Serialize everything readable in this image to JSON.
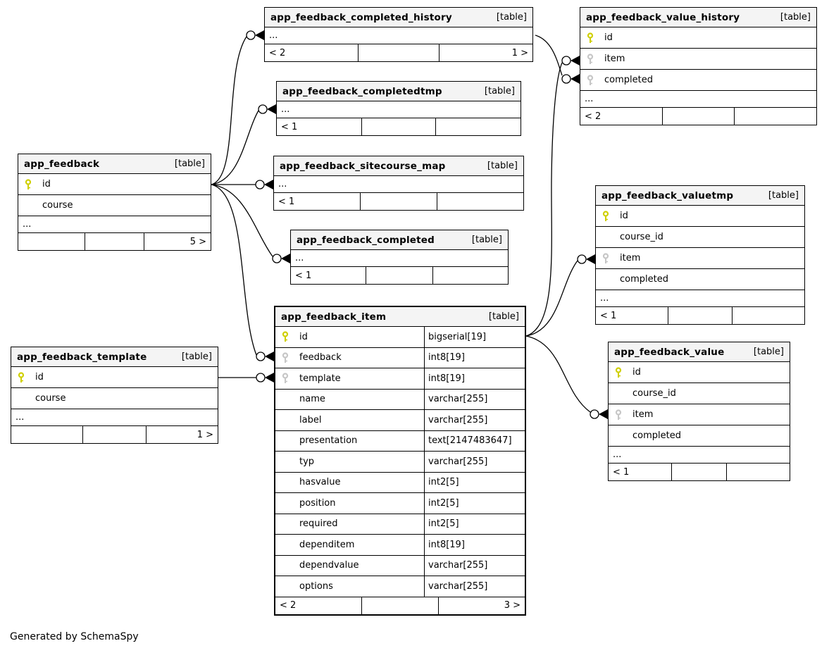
{
  "diagram": {
    "footer_note": "Generated by SchemaSpy",
    "badge_label": "[table]",
    "colors": {
      "header_bg": "#f4f4f4",
      "pk_key": "#cfcf00",
      "fk_key": "#c6c6c6",
      "border": "#000000"
    }
  },
  "tables": {
    "app_feedback_completed_history": {
      "title": "app_feedback_completed_history",
      "badge": "[table]",
      "columns": [],
      "ellipsis": "...",
      "footer": [
        "< 2",
        "",
        "1 >"
      ]
    },
    "app_feedback_value_history": {
      "title": "app_feedback_value_history",
      "badge": "[table]",
      "columns": [
        {
          "key": "pk",
          "name": "id"
        },
        {
          "key": "fk",
          "name": "item"
        },
        {
          "key": "fk",
          "name": "completed"
        }
      ],
      "ellipsis": "...",
      "footer": [
        "< 2",
        "",
        ""
      ]
    },
    "app_feedback_completedtmp": {
      "title": "app_feedback_completedtmp",
      "badge": "[table]",
      "columns": [],
      "ellipsis": "...",
      "footer": [
        "< 1",
        "",
        ""
      ]
    },
    "app_feedback_sitecourse_map": {
      "title": "app_feedback_sitecourse_map",
      "badge": "[table]",
      "columns": [],
      "ellipsis": "...",
      "footer": [
        "< 1",
        "",
        ""
      ]
    },
    "app_feedback": {
      "title": "app_feedback",
      "badge": "[table]",
      "columns": [
        {
          "key": "pk",
          "name": "id"
        },
        {
          "name": "course"
        }
      ],
      "ellipsis": "...",
      "footer": [
        "",
        "",
        "5 >"
      ]
    },
    "app_feedback_completed": {
      "title": "app_feedback_completed",
      "badge": "[table]",
      "columns": [],
      "ellipsis": "...",
      "footer": [
        "< 1",
        "",
        ""
      ]
    },
    "app_feedback_item": {
      "title": "app_feedback_item",
      "badge": "[table]",
      "columns": [
        {
          "key": "pk",
          "name": "id",
          "type": "bigserial[19]"
        },
        {
          "key": "fk",
          "name": "feedback",
          "type": "int8[19]"
        },
        {
          "key": "fk",
          "name": "template",
          "type": "int8[19]"
        },
        {
          "name": "name",
          "type": "varchar[255]"
        },
        {
          "name": "label",
          "type": "varchar[255]"
        },
        {
          "name": "presentation",
          "type": "text[2147483647]"
        },
        {
          "name": "typ",
          "type": "varchar[255]"
        },
        {
          "name": "hasvalue",
          "type": "int2[5]"
        },
        {
          "name": "position",
          "type": "int2[5]"
        },
        {
          "name": "required",
          "type": "int2[5]"
        },
        {
          "name": "dependitem",
          "type": "int8[19]"
        },
        {
          "name": "dependvalue",
          "type": "varchar[255]"
        },
        {
          "name": "options",
          "type": "varchar[255]"
        }
      ],
      "footer": [
        "< 2",
        "",
        "3 >"
      ]
    },
    "app_feedback_template": {
      "title": "app_feedback_template",
      "badge": "[table]",
      "columns": [
        {
          "key": "pk",
          "name": "id"
        },
        {
          "name": "course"
        }
      ],
      "ellipsis": "...",
      "footer": [
        "",
        "",
        "1 >"
      ]
    },
    "app_feedback_valuetmp": {
      "title": "app_feedback_valuetmp",
      "badge": "[table]",
      "columns": [
        {
          "key": "pk",
          "name": "id"
        },
        {
          "name": "course_id"
        },
        {
          "key": "fk",
          "name": "item"
        },
        {
          "name": "completed"
        }
      ],
      "ellipsis": "...",
      "footer": [
        "< 1",
        "",
        ""
      ]
    },
    "app_feedback_value": {
      "title": "app_feedback_value",
      "badge": "[table]",
      "columns": [
        {
          "key": "pk",
          "name": "id"
        },
        {
          "name": "course_id"
        },
        {
          "key": "fk",
          "name": "item"
        },
        {
          "name": "completed"
        }
      ],
      "ellipsis": "...",
      "footer": [
        "< 1",
        "",
        ""
      ]
    }
  },
  "relationships": [
    {
      "from": "app_feedback.id",
      "to": "app_feedback_completed_history"
    },
    {
      "from": "app_feedback.id",
      "to": "app_feedback_completedtmp"
    },
    {
      "from": "app_feedback.id",
      "to": "app_feedback_sitecourse_map"
    },
    {
      "from": "app_feedback.id",
      "to": "app_feedback_completed"
    },
    {
      "from": "app_feedback.id",
      "to": "app_feedback_item.feedback"
    },
    {
      "from": "app_feedback_template.id",
      "to": "app_feedback_item.template"
    },
    {
      "from": "app_feedback_item.id",
      "to": "app_feedback_value_history.item"
    },
    {
      "from": "app_feedback_item.id",
      "to": "app_feedback_valuetmp.item"
    },
    {
      "from": "app_feedback_item.id",
      "to": "app_feedback_value.item"
    },
    {
      "from": "app_feedback_completed_history",
      "to": "app_feedback_value_history.completed"
    }
  ]
}
